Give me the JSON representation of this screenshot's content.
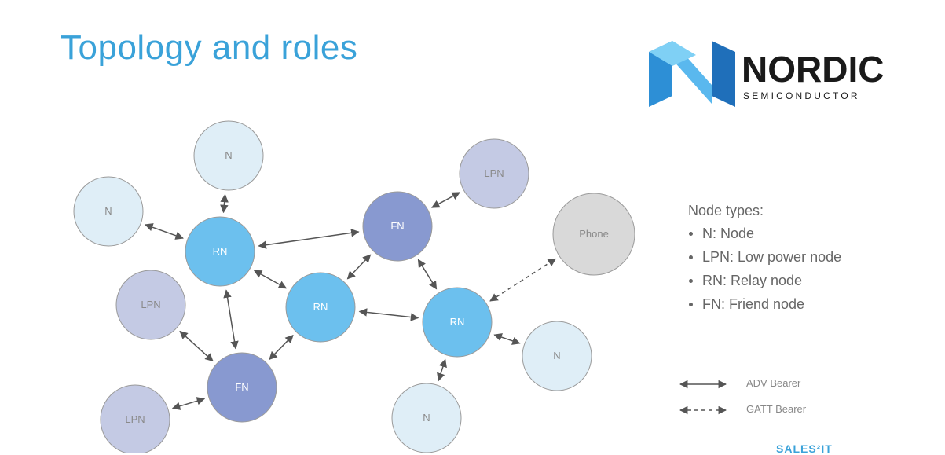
{
  "title": "Topology and roles",
  "logo": {
    "brand": "NORDIC",
    "tagline": "SEMICONDUCTOR"
  },
  "nodes": [
    {
      "id": "n1",
      "label": "N",
      "type": "N"
    },
    {
      "id": "n2",
      "label": "N",
      "type": "N"
    },
    {
      "id": "lpn1",
      "label": "LPN",
      "type": "LPN"
    },
    {
      "id": "rn1",
      "label": "RN",
      "type": "RN"
    },
    {
      "id": "fn1",
      "label": "FN",
      "type": "FN"
    },
    {
      "id": "phone",
      "label": "Phone",
      "type": "Phone"
    },
    {
      "id": "lpn2",
      "label": "LPN",
      "type": "LPN"
    },
    {
      "id": "rn2",
      "label": "RN",
      "type": "RN"
    },
    {
      "id": "rn3",
      "label": "RN",
      "type": "RN"
    },
    {
      "id": "n3",
      "label": "N",
      "type": "N"
    },
    {
      "id": "fn2",
      "label": "FN",
      "type": "FN"
    },
    {
      "id": "lpn3",
      "label": "LPN",
      "type": "LPN"
    },
    {
      "id": "n4",
      "label": "N",
      "type": "N"
    }
  ],
  "edges": [
    {
      "from": "n1",
      "to": "rn1",
      "bearer": "ADV"
    },
    {
      "from": "n2",
      "to": "rn1",
      "bearer": "ADV"
    },
    {
      "from": "rn1",
      "to": "fn1",
      "bearer": "ADV"
    },
    {
      "from": "lpn1",
      "to": "fn1",
      "bearer": "ADV"
    },
    {
      "from": "rn1",
      "to": "rn2",
      "bearer": "ADV"
    },
    {
      "from": "rn1",
      "to": "fn2",
      "bearer": "ADV"
    },
    {
      "from": "fn1",
      "to": "rn2",
      "bearer": "ADV"
    },
    {
      "from": "fn1",
      "to": "rn3",
      "bearer": "ADV"
    },
    {
      "from": "rn2",
      "to": "rn3",
      "bearer": "ADV"
    },
    {
      "from": "rn2",
      "to": "fn2",
      "bearer": "ADV"
    },
    {
      "from": "lpn2",
      "to": "fn2",
      "bearer": "ADV"
    },
    {
      "from": "lpn3",
      "to": "fn2",
      "bearer": "ADV"
    },
    {
      "from": "rn3",
      "to": "n3",
      "bearer": "ADV"
    },
    {
      "from": "rn3",
      "to": "n4",
      "bearer": "ADV"
    },
    {
      "from": "rn3",
      "to": "phone",
      "bearer": "GATT"
    }
  ],
  "colors": {
    "N": "#dfeef7",
    "LPN": "#c4cae4",
    "RN": "#6cc0ee",
    "FN": "#8899d0",
    "Phone": "#d9d9d9",
    "border": "#9a9a9a",
    "arrow": "#555555",
    "title": "#3aa2d9"
  },
  "legend": {
    "heading": "Node types:",
    "items": [
      "N: Node",
      "LPN: Low power node",
      "RN: Relay node",
      "FN: Friend node"
    ]
  },
  "bearers": {
    "adv": "ADV Bearer",
    "gatt": "GATT Bearer"
  },
  "footer": "SALES²IT"
}
